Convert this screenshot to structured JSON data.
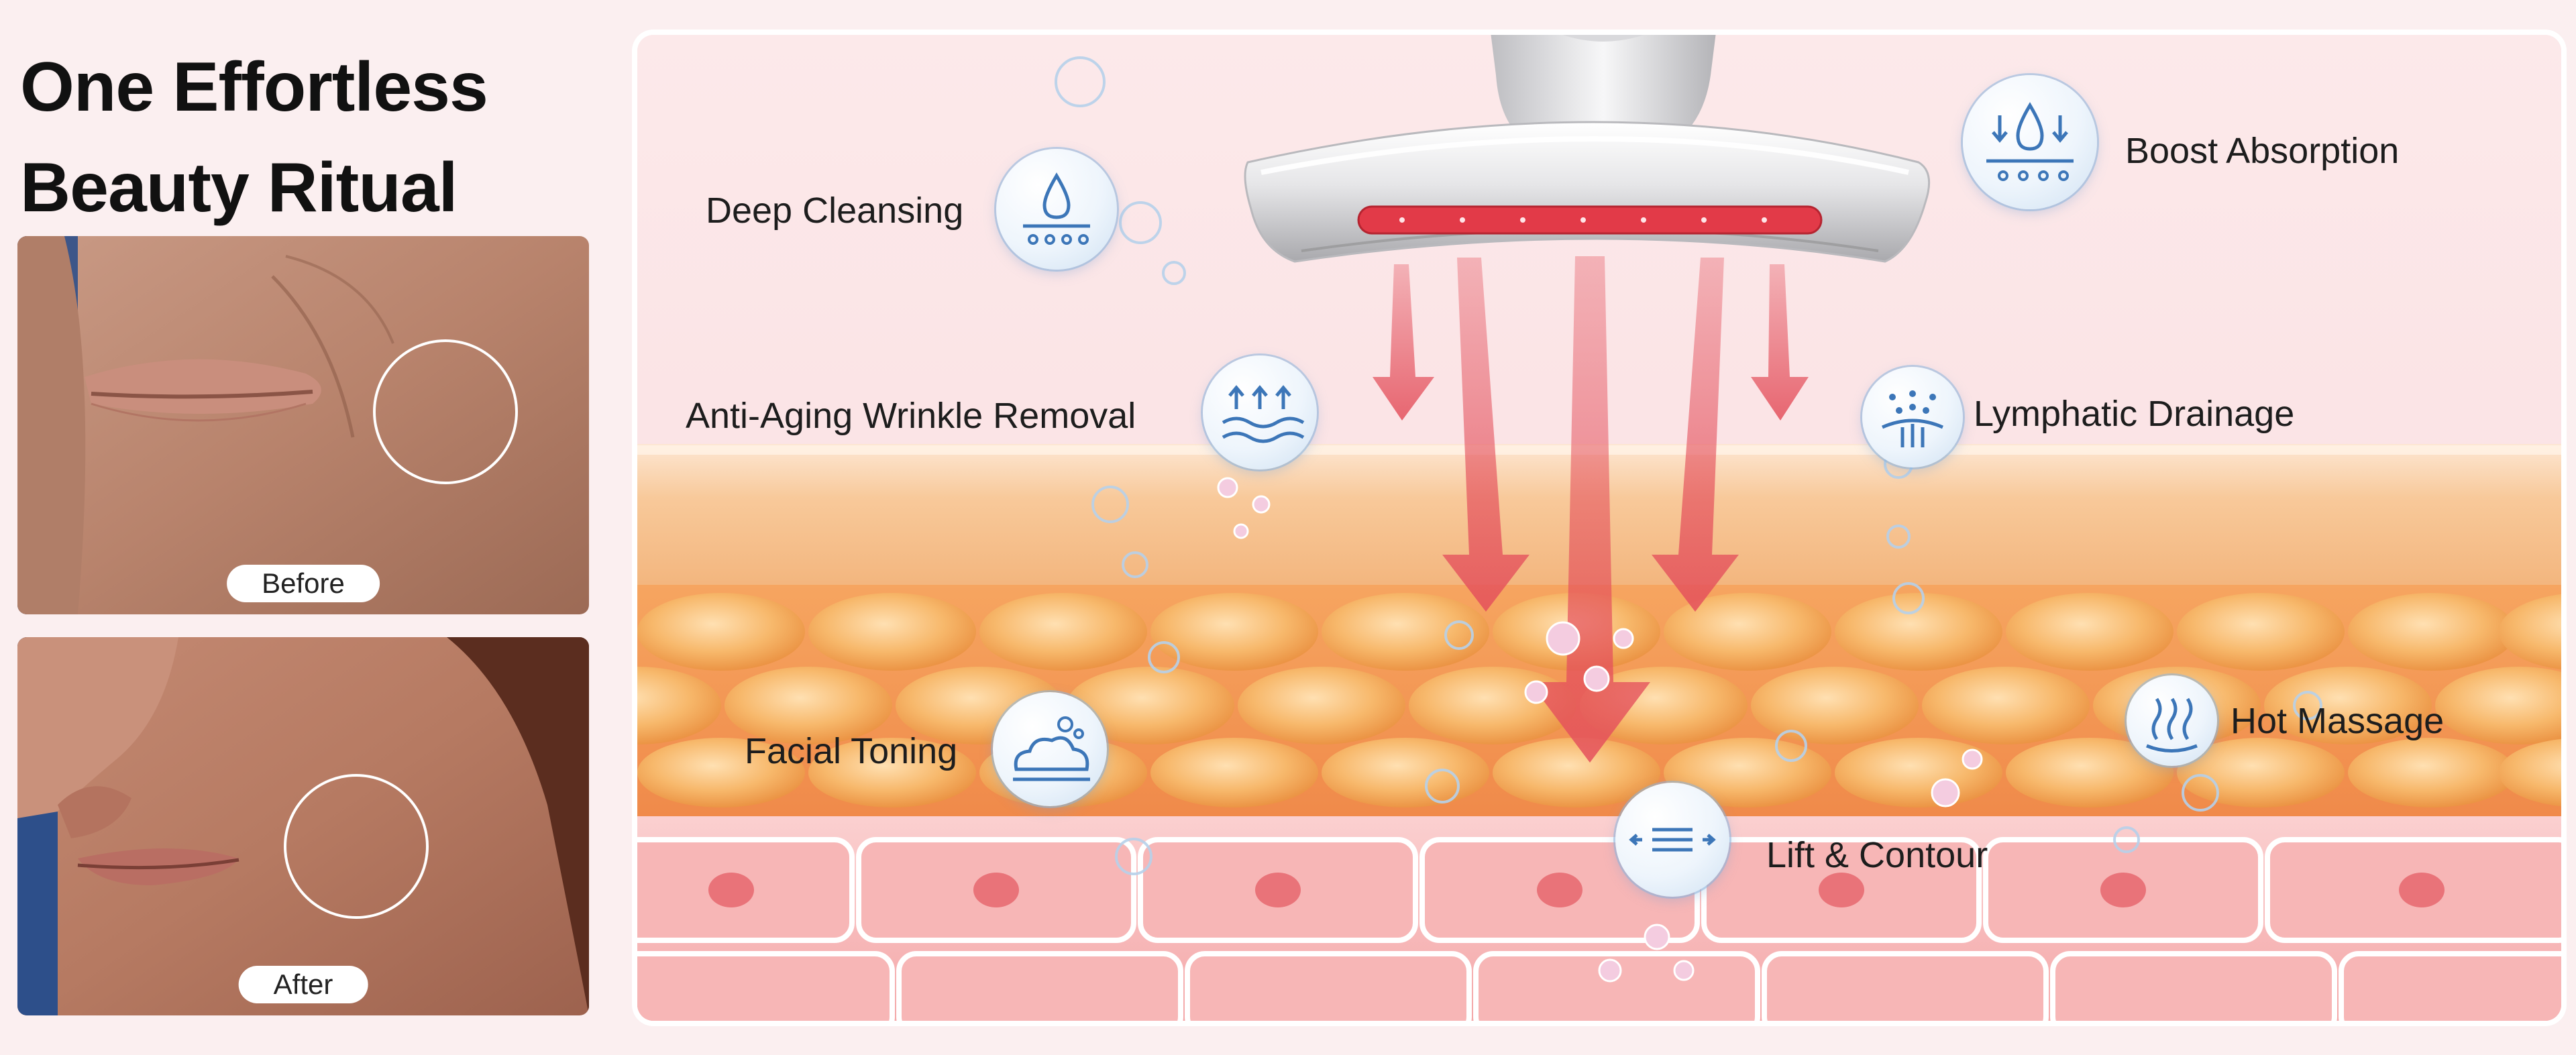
{
  "heading": {
    "line1": "One Effortless",
    "line2": "Beauty Ritual"
  },
  "photos": {
    "before_label": "Before",
    "after_label": "After"
  },
  "features": {
    "deep_cleansing": "Deep Cleansing",
    "boost_absorption": "Boost Absorption",
    "anti_aging": "Anti-Aging Wrinkle Removal",
    "lymphatic_drainage": "Lymphatic Drainage",
    "facial_toning": "Facial Toning",
    "hot_massage": "Hot Massage",
    "lift_contour": "Lift & Contour"
  },
  "colors": {
    "led_red": "#e23a48",
    "arrow_red": "#e4505c",
    "fat_orange": "#f2a24a",
    "dermis_pink": "#f39aa0",
    "icon_blue": "#3c76b8"
  },
  "icons": {
    "deep_cleansing": "water-drop-pores-icon",
    "boost_absorption": "drop-absorb-icon",
    "anti_aging": "wave-lift-icon",
    "lymphatic_drainage": "dotted-flow-icon",
    "facial_toning": "cloud-bubbles-icon",
    "hot_massage": "heat-waves-icon",
    "lift_contour": "contour-arrows-icon"
  }
}
